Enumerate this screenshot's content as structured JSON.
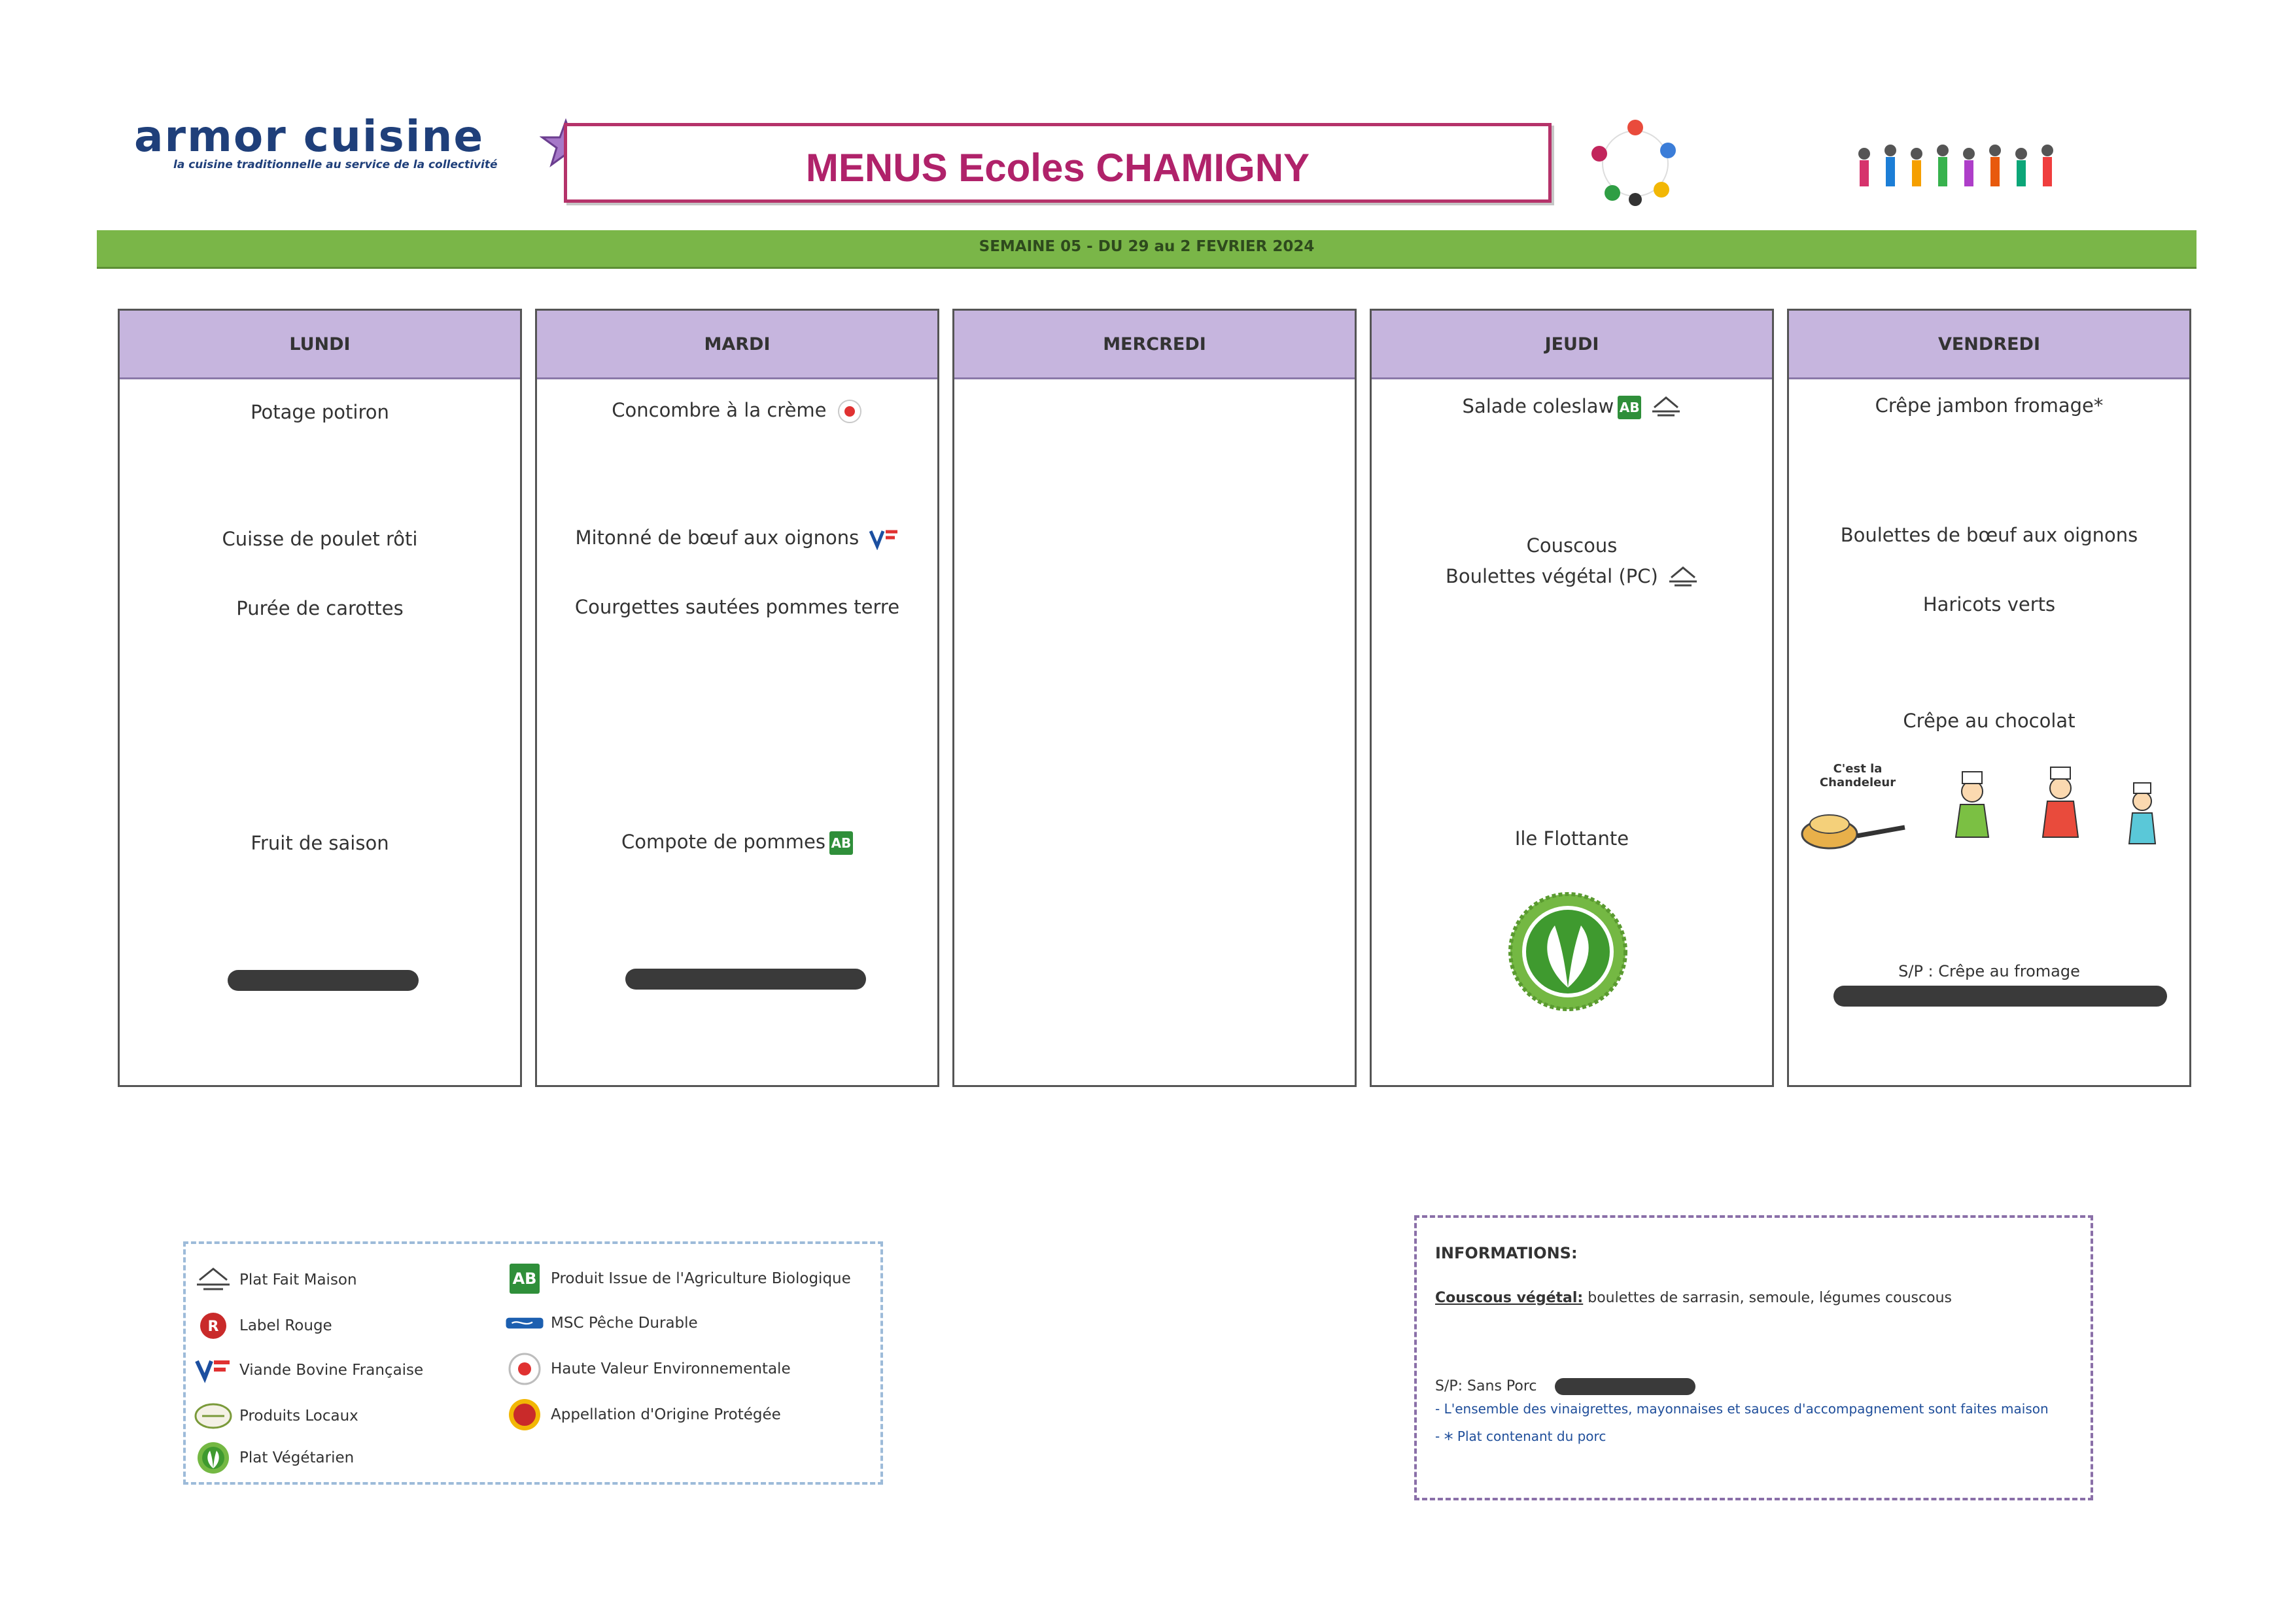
{
  "header": {
    "brand": "armor cuisine",
    "tagline": "la cuisine traditionnelle au service de la collectivité",
    "title": "MENUS Ecoles CHAMIGNY",
    "week": "SEMAINE 05 - DU 29 au 2 FEVRIER 2024"
  },
  "days": [
    {
      "name": "LUNDI",
      "starter": "Potage potiron",
      "main": "Cuisse de poulet rôti",
      "side": "Purée de carottes",
      "dessert": "Fruit de saison"
    },
    {
      "name": "MARDI",
      "starter": "Concombre à la crème",
      "main": "Mitonné de bœuf aux oignons",
      "side": "Courgettes sautées pommes  terre",
      "dessert": "Compote de pommes"
    },
    {
      "name": "MERCREDI"
    },
    {
      "name": "JEUDI",
      "starter": "Salade coleslaw",
      "main": "Couscous",
      "main2": "Boulettes végétal (PC)",
      "dessert": "Ile Flottante"
    },
    {
      "name": "VENDREDI",
      "starter": "Crêpe jambon fromage*",
      "main": "Boulettes de bœuf aux oignons",
      "side": "Haricots verts",
      "dessert": "Crêpe au chocolat",
      "chandeleur": "C'est la Chandeleur",
      "sp": "S/P  :  Crêpe au fromage"
    }
  ],
  "legend": [
    {
      "label": "Plat Fait Maison",
      "icon": "house-icon"
    },
    {
      "label": "Label Rouge",
      "icon": "label-rouge-icon"
    },
    {
      "label": "Viande Bovine Française",
      "icon": "vbf-icon"
    },
    {
      "label": "Produits Locaux",
      "icon": "local-products-icon"
    },
    {
      "label": "Plat Végétarien",
      "icon": "vegetarian-icon"
    },
    {
      "label": "Produit Issue de l'Agriculture Biologique",
      "icon": "ab-icon"
    },
    {
      "label": "MSC Pêche Durable",
      "icon": "msc-icon"
    },
    {
      "label": "Haute Valeur Environnementale",
      "icon": "hve-icon"
    },
    {
      "label": "Appellation d'Origine Protégée",
      "icon": "aop-icon"
    }
  ],
  "legend_badge": {
    "ab_text": "AB"
  },
  "info": {
    "title": "INFORMATIONS:",
    "couscous_label": "Couscous végétal:",
    "couscous_text": " boulettes de sarrasin, semoule, légumes couscous",
    "sp_label": "S/P: Sans Porc",
    "line1": "- L'ensemble des vinaigrettes, mayonnaises et sauces d'accompagnement sont faites maison",
    "line2_prefix": "- ",
    "line2_star": "*",
    "line2": " Plat contenant du porc"
  },
  "colors": {
    "title": "#b0226a",
    "week_bar": "#7ab648",
    "day_header": "#c6b5de",
    "brand": "#1f3f7a"
  }
}
